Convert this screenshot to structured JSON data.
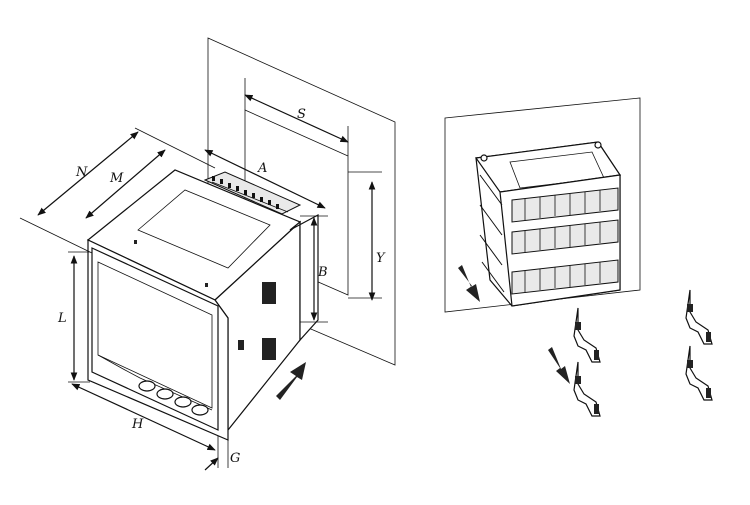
{
  "labels": {
    "N": "N",
    "M": "M",
    "A": "A",
    "S": "S",
    "B": "B",
    "Y": "Y",
    "L": "L",
    "H": "H",
    "G": "G"
  },
  "colors": {
    "line": "#111111",
    "background": "#ffffff",
    "panel": "#ffffff",
    "shade": "#e9e9e9"
  },
  "icons": {
    "insert_arrow": "arrow-up-right-icon",
    "mount_arrow": "arrow-down-left-icon",
    "clip_arrow": "arrow-up-left-icon"
  }
}
